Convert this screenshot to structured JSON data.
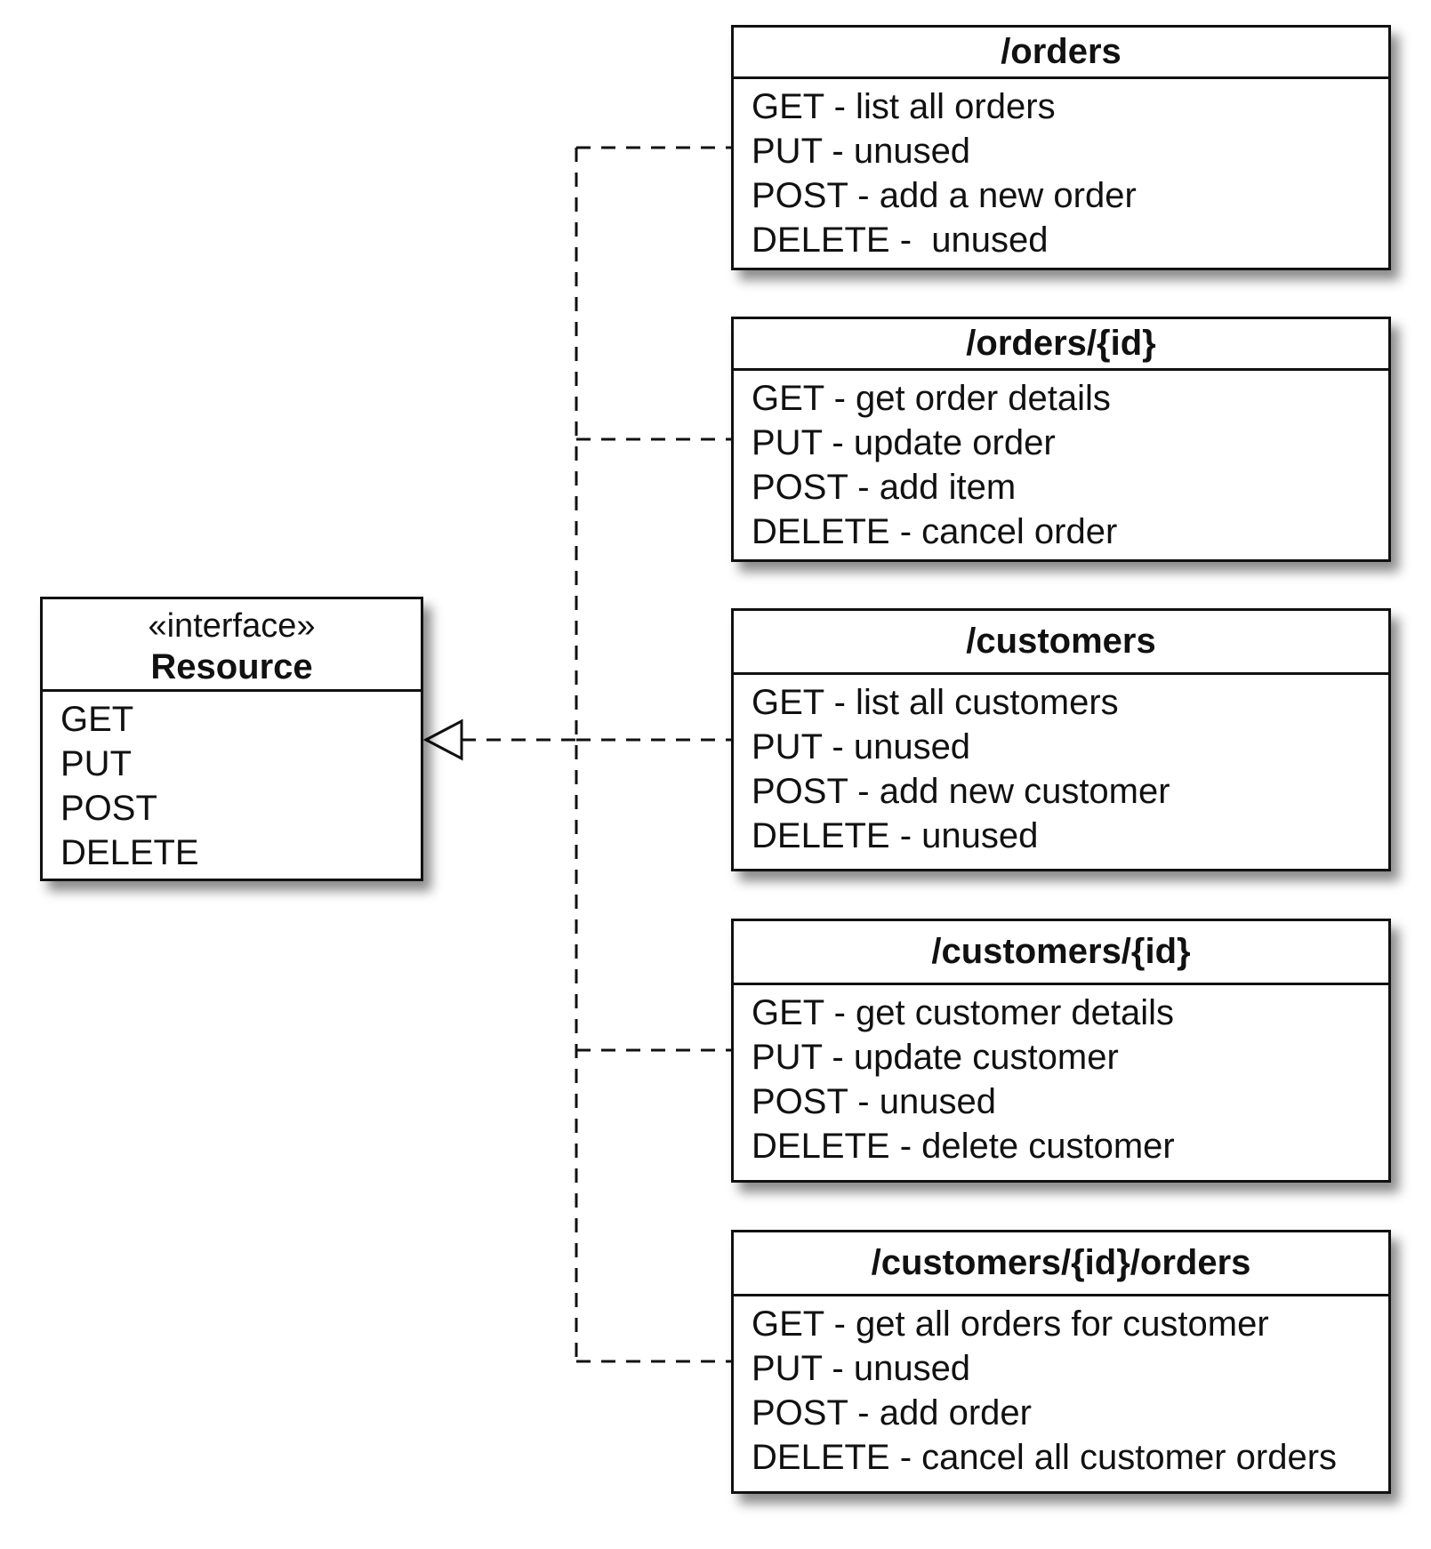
{
  "interface": {
    "stereotype": "«interface»",
    "name": "Resource",
    "methods": [
      "GET",
      "PUT",
      "POST",
      "DELETE"
    ]
  },
  "resources": [
    {
      "title": "/orders",
      "methods": [
        "GET - list all orders",
        "PUT - unused",
        "POST - add a new order",
        "DELETE -  unused"
      ]
    },
    {
      "title": "/orders/{id}",
      "methods": [
        "GET - get order details",
        "PUT - update order",
        "POST - add item",
        "DELETE - cancel order"
      ]
    },
    {
      "title": "/customers",
      "methods": [
        "GET - list all customers",
        "PUT - unused",
        "POST - add new customer",
        "DELETE - unused"
      ]
    },
    {
      "title": "/customers/{id}",
      "methods": [
        "GET - get customer details",
        "PUT - update customer",
        "POST - unused",
        "DELETE - delete customer"
      ]
    },
    {
      "title": "/customers/{id}/orders",
      "methods": [
        "GET - get all orders for customer",
        "PUT - unused",
        "POST - add order",
        "DELETE - cancel all customer orders"
      ]
    }
  ],
  "relationship": {
    "type": "realization",
    "line_style": "dashed",
    "arrowhead": "hollow-triangle"
  },
  "colors": {
    "line": "#111111",
    "fill": "#ffffff",
    "shadow": "#000000"
  }
}
